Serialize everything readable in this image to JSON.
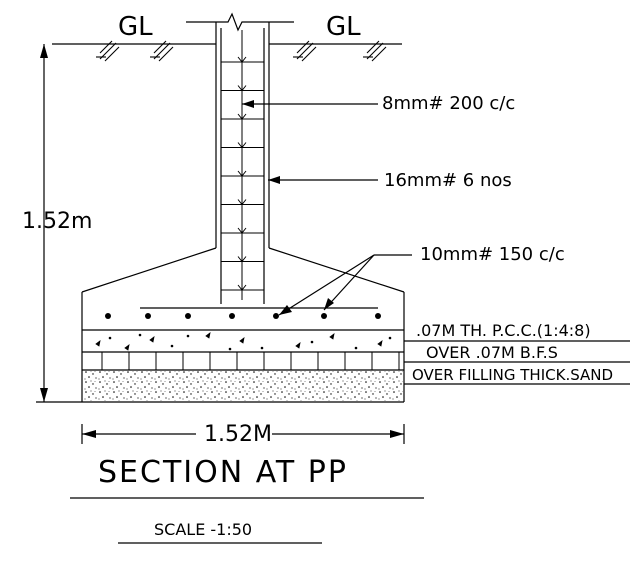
{
  "ground": {
    "left_label": "GL",
    "right_label": "GL"
  },
  "dimensions": {
    "height": "1.52m",
    "width": "1.52M"
  },
  "annotations": {
    "stirrups": "8mm# 200 c/c",
    "main_bars": "16mm# 6 nos",
    "base_mesh": "10mm# 150 c/c"
  },
  "layers": {
    "pcc": ".07M TH. P.C.C.(1:4:8)",
    "bfs": "OVER .07M B.F.S",
    "sand": "OVER FILLING THICK.SAND"
  },
  "title": "SECTION AT PP",
  "scale": "SCALE -1:50"
}
